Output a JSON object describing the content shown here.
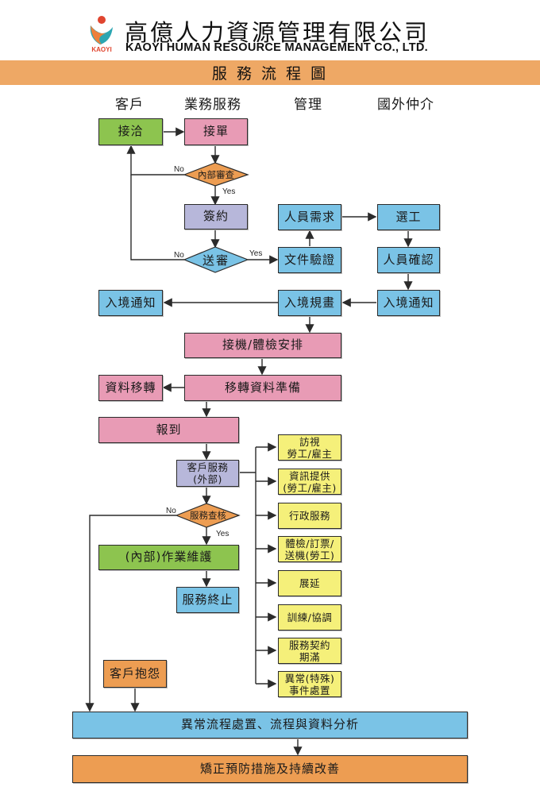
{
  "header": {
    "company_zh": "高億人力資源管理有限公司",
    "company_en": "KAOYI HUMAN RESOURCE MANAGEMENT CO., LTD.",
    "logo_text": "KAOYI"
  },
  "banner": {
    "title": "服 務 流 程 圖",
    "color": "#eea865"
  },
  "columns": [
    "客戶",
    "業務服務",
    "管理",
    "國外仲介"
  ],
  "nodes": {
    "jieqia": "接洽",
    "jiedan": "接單",
    "neibu_shencha": "內部審查",
    "qianyue": "簽約",
    "songshen": "送審",
    "renyuan_xuqiu": "人員需求",
    "wenjian_yanzheng": "文件驗證",
    "xuangong": "選工",
    "renyuan_queren": "人員確認",
    "rujing_tongzhi_foreign": "入境通知",
    "rujing_guihua": "入境規畫",
    "rujing_tongzhi_client": "入境通知",
    "jieji_tijian": "接機/體檢安排",
    "yizhuan_zhunbei": "移轉資料準備",
    "ziliao_yizhuan": "資料移轉",
    "baodao": "報到",
    "kehu_fuwu_1": "客戶服務",
    "kehu_fuwu_2": "(外部)",
    "fuwu_chahe": "服務查核",
    "neibu_weihu": "(內部)作業維護",
    "fuwu_zhongzhi": "服務終止",
    "kehu_baoyuan": "客戶抱怨",
    "yichang_chuzhi": "異常流程處置、流程與資料分析",
    "jiaozheng": "矯正預防措施及持續改善"
  },
  "services": [
    {
      "line1": "訪視",
      "line2": "勞工/雇主"
    },
    {
      "line1": "資訊提供",
      "line2": "(勞工/雇主)"
    },
    {
      "line1": "行政服務",
      "line2": ""
    },
    {
      "line1": "體檢/訂票/",
      "line2": "送機(勞工)"
    },
    {
      "line1": "展延",
      "line2": ""
    },
    {
      "line1": "訓練/協調",
      "line2": ""
    },
    {
      "line1": "服務契約",
      "line2": "期滿"
    },
    {
      "line1": "異常(特殊)",
      "line2": "事件處置"
    }
  ],
  "edge_labels": {
    "no": "No",
    "yes": "Yes"
  }
}
